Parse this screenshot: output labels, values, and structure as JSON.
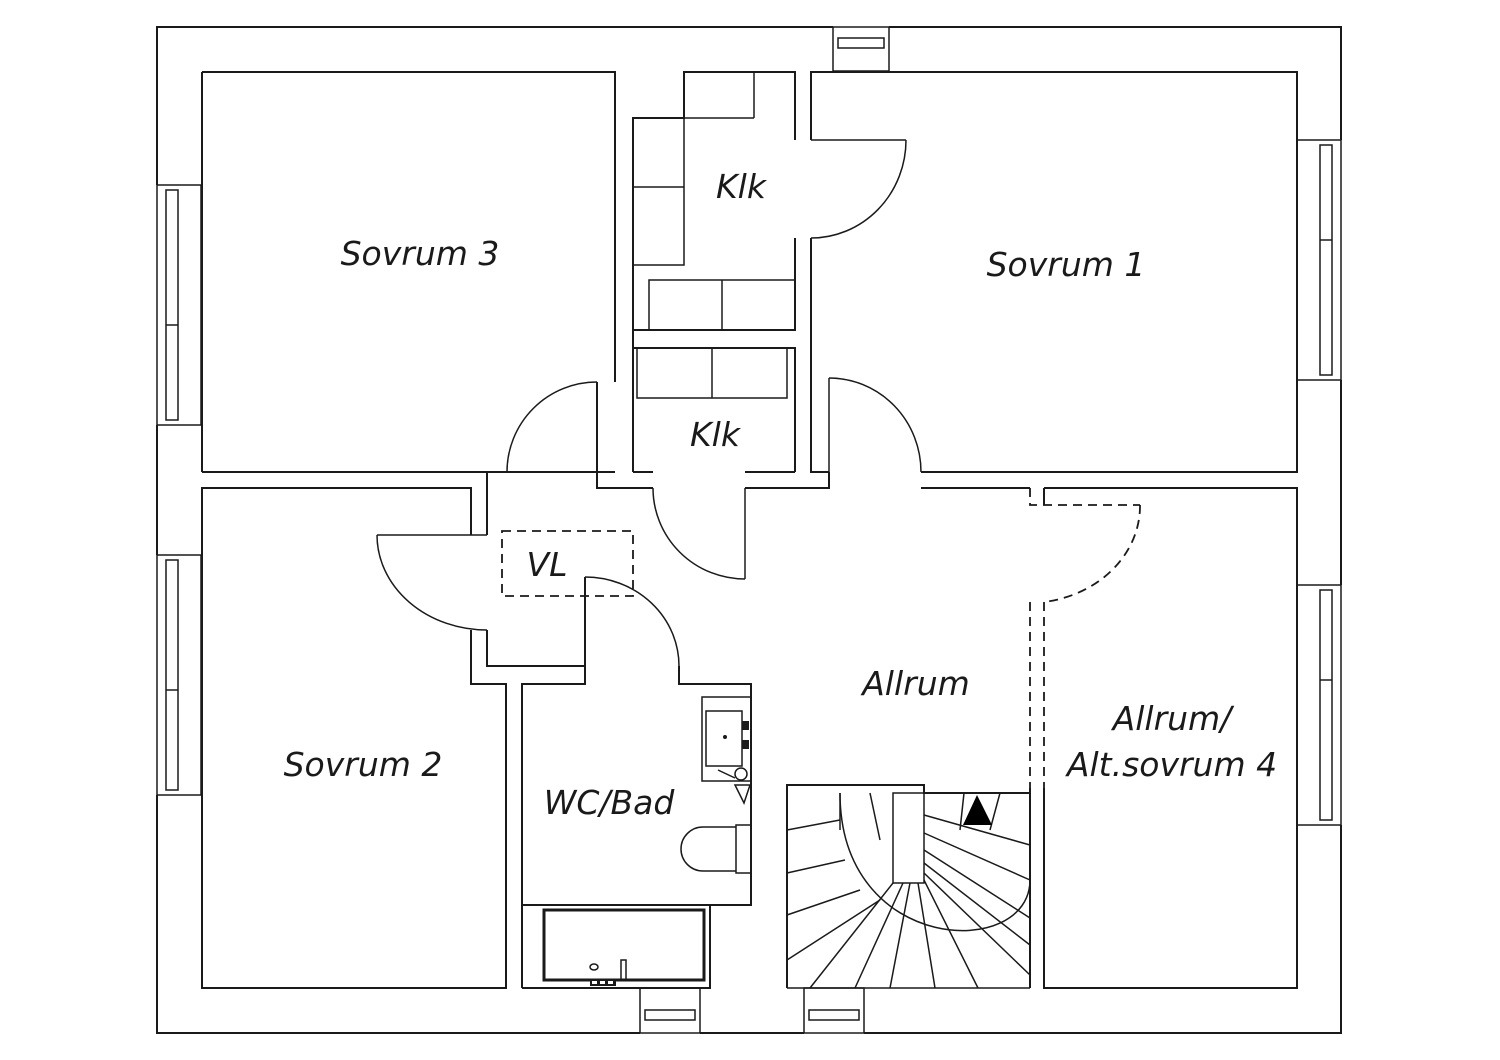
{
  "rooms": {
    "sovrum3": "Sovrum 3",
    "sovrum1": "Sovrum 1",
    "sovrum2": "Sovrum 2",
    "klk_upper": "Klk",
    "klk_lower": "Klk",
    "vl": "VL",
    "wc_bad": "WC/Bad",
    "allrum": "Allrum",
    "allrum_alt_line1": "Allrum/",
    "allrum_alt_line2": "Alt.sovrum 4"
  },
  "stair_direction_icon": "arrow-up-icon",
  "colors": {
    "line": "#1a1a1a",
    "background": "#ffffff"
  }
}
